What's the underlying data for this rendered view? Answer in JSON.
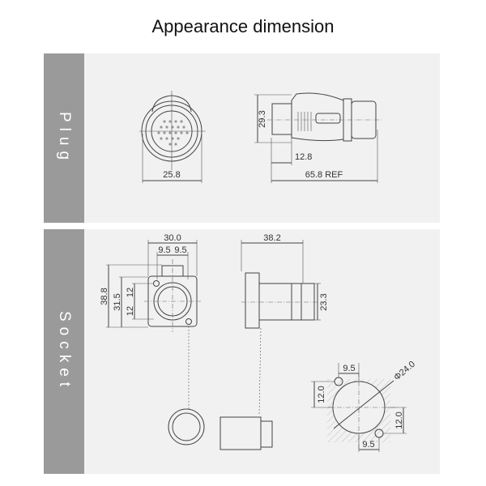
{
  "title": "Appearance dimension",
  "plug": {
    "label": "Plug",
    "dims": {
      "front_width": "25.8",
      "height": "29.3",
      "front_length": "12.8",
      "total_length": "65.8 REF"
    }
  },
  "socket": {
    "label": "Socket",
    "dims": {
      "width": "30.0",
      "half_a": "9.5",
      "half_b": "9.5",
      "height": "38.8",
      "hole_pitch": "31.5",
      "upper": "12",
      "lower": "12",
      "depth": "38.2",
      "body_height": "23.3"
    },
    "panel_cutout": {
      "top_offset": "9.5",
      "left_height": "12.0",
      "diameter": "Φ24.0",
      "right_height": "12.0",
      "bottom_offset": "9.5"
    }
  }
}
